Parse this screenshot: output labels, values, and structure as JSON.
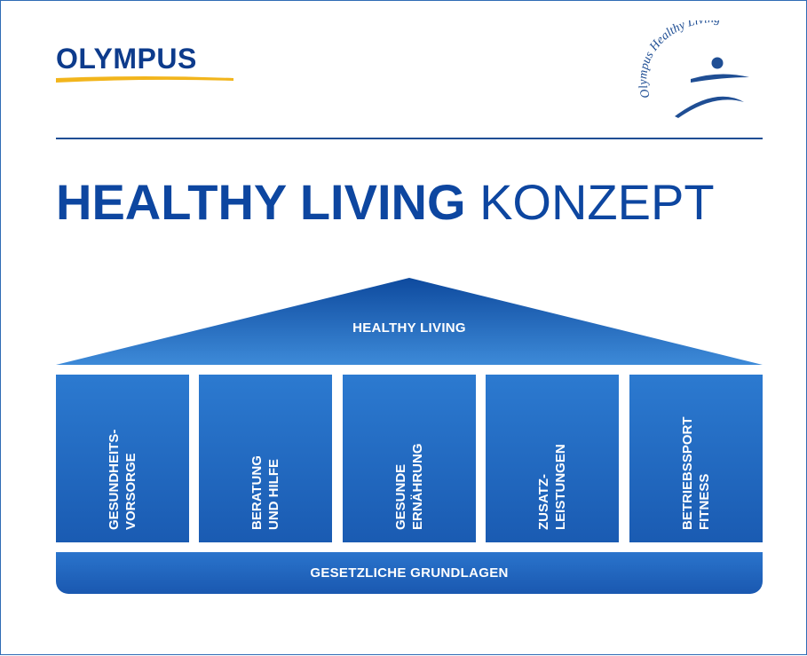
{
  "header": {
    "brand": "OLYMPUS",
    "logo_text": "Olympus Healthy Living",
    "colors": {
      "brand_blue": "#0d3b8c",
      "swoosh": "#f2b51c",
      "pillar_blue": "#1f66be"
    }
  },
  "title": {
    "bold": "HEALTHY LIVING",
    "light": "KONZEPT"
  },
  "house": {
    "roof": "HEALTHY LIVING",
    "pillars": [
      {
        "line1": "GESUNDHEITS-",
        "line2": "VORSORGE"
      },
      {
        "line1": "BERATUNG",
        "line2": "UND HILFE"
      },
      {
        "line1": "GESUNDE",
        "line2": "ERNÄHRUNG"
      },
      {
        "line1": "ZUSATZ-",
        "line2": "LEISTUNGEN"
      },
      {
        "line1": "BETRIEBSSPORT",
        "line2": "FITNESS"
      }
    ],
    "base": "GESETZLICHE GRUNDLAGEN"
  }
}
